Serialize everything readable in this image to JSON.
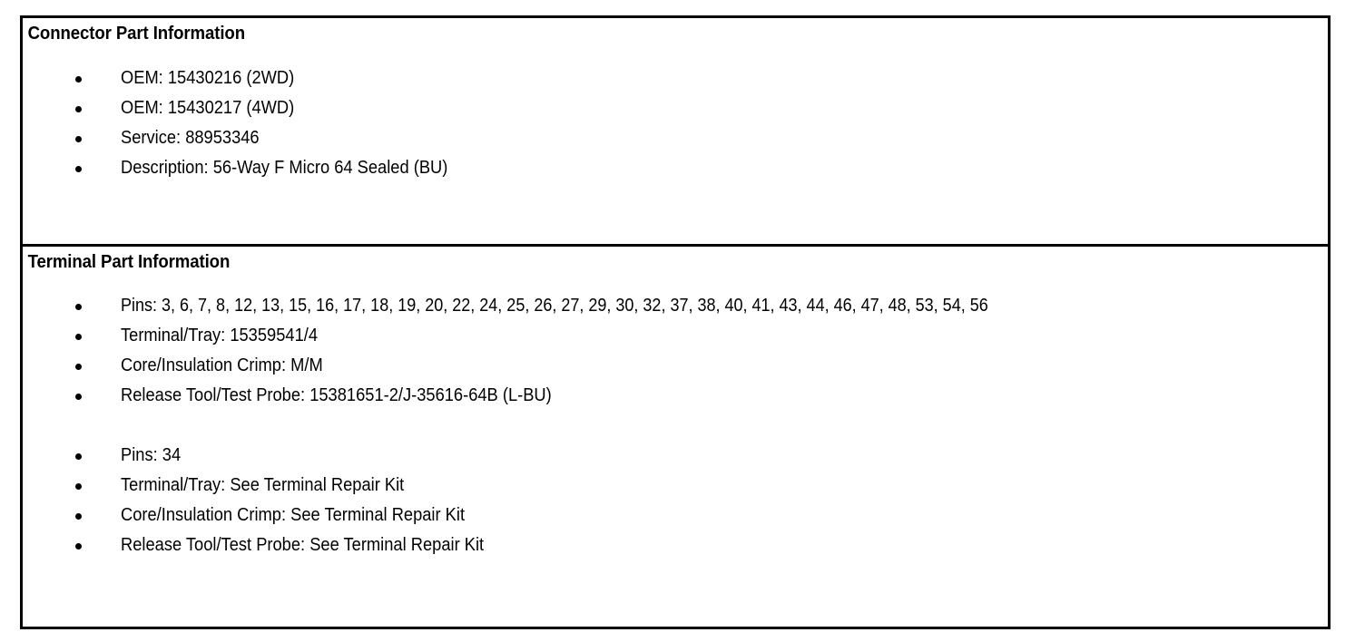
{
  "document": {
    "sections": [
      {
        "id": "connector-part-information",
        "title": "Connector Part Information",
        "groups": [
          {
            "id": "connector-main",
            "items": [
              "OEM: 15430216 (2WD)",
              "OEM: 15430217 (4WD)",
              "Service: 88953346",
              "Description: 56-Way F Micro 64 Sealed (BU)"
            ]
          }
        ]
      },
      {
        "id": "terminal-part-information",
        "title": "Terminal Part Information",
        "groups": [
          {
            "id": "terminal-group-1",
            "items": [
              "Pins: 3, 6, 7, 8, 12, 13, 15, 16, 17, 18, 19, 20, 22, 24, 25, 26, 27, 29, 30, 32, 37, 38, 40, 41, 43, 44, 46, 47, 48, 53, 54, 56",
              "Terminal/Tray: 15359541/4",
              "Core/Insulation Crimp: M/M",
              "Release Tool/Test Probe: 15381651-2/J-35616-64B (L-BU)"
            ]
          },
          {
            "id": "terminal-group-2",
            "items": [
              "Pins: 34",
              "Terminal/Tray: See Terminal Repair Kit",
              "Core/Insulation Crimp: See Terminal Repair Kit",
              "Release Tool/Test Probe: See Terminal Repair Kit"
            ]
          }
        ]
      }
    ],
    "style": {
      "border_color": "#000000",
      "text_color": "#000000",
      "background_color": "#ffffff"
    }
  }
}
